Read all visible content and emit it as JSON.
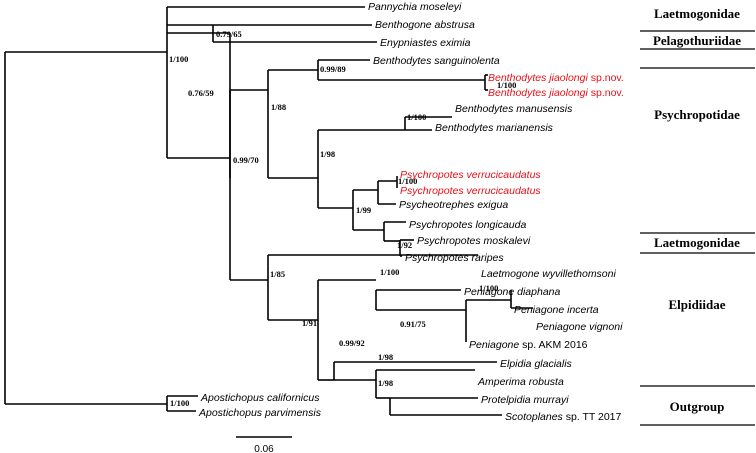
{
  "taxa": [
    {
      "genus": "Pannychia moseleyi",
      "suffix": "",
      "highlight": false
    },
    {
      "genus": "Benthogone abstrusa",
      "suffix": "",
      "highlight": false
    },
    {
      "genus": "Enypniastes eximia",
      "suffix": "",
      "highlight": false
    },
    {
      "genus": "Benthodytes sanguinolenta",
      "suffix": "",
      "highlight": false
    },
    {
      "genus": "Benthodytes jiaolongi",
      "suffix": " sp.nov.",
      "highlight": true
    },
    {
      "genus": "Benthodytes jiaolongi",
      "suffix": " sp.nov.",
      "highlight": true
    },
    {
      "genus": "Benthodytes manusensis",
      "suffix": "",
      "highlight": false
    },
    {
      "genus": "Benthodytes marianensis",
      "suffix": "",
      "highlight": false
    },
    {
      "genus": "Psychropotes verrucicaudatus",
      "suffix": "",
      "highlight": true
    },
    {
      "genus": "Psychropotes verrucicaudatus",
      "suffix": "",
      "highlight": true
    },
    {
      "genus": "Psycheotrephes exigua",
      "suffix": "",
      "highlight": false
    },
    {
      "genus": "Psychropotes longicauda",
      "suffix": "",
      "highlight": false
    },
    {
      "genus": "Psychropotes moskalevi",
      "suffix": "",
      "highlight": false
    },
    {
      "genus": "Psychropotes raripes",
      "suffix": "",
      "highlight": false
    },
    {
      "genus": "Laetmogone wyvillethomsoni",
      "suffix": "",
      "highlight": false
    },
    {
      "genus": "Peniagone diaphana",
      "suffix": "",
      "highlight": false
    },
    {
      "genus": "Peniagone incerta",
      "suffix": "",
      "highlight": false
    },
    {
      "genus": "Peniagone vignoni",
      "suffix": "",
      "highlight": false
    },
    {
      "genus": "Peniagone",
      "suffix": " sp. AKM 2016",
      "highlight": false
    },
    {
      "genus": "Elpidia glacialis",
      "suffix": "",
      "highlight": false
    },
    {
      "genus": "Amperima robusta",
      "suffix": "",
      "highlight": false
    },
    {
      "genus": "Protelpidia murrayi",
      "suffix": "",
      "highlight": false
    },
    {
      "genus": "Scotoplanes",
      "suffix": " sp. TT 2017",
      "highlight": false
    },
    {
      "genus": "Apostichopus californicus",
      "suffix": "",
      "highlight": false
    },
    {
      "genus": "Apostichopus parvimensis",
      "suffix": "",
      "highlight": false
    }
  ],
  "support": [
    "1/100",
    "0.79/65",
    "0.76/59",
    "0.99/89",
    "1/100",
    "0.99/70",
    "1/88",
    "1/100",
    "1/98",
    "1/100",
    "1/99",
    "1/92",
    "1/85",
    "1/100",
    "1/100",
    "0.91/75",
    "1/91",
    "0.99/92",
    "1/98",
    "1/98",
    "1/100"
  ],
  "families": [
    "Laetmogonidae",
    "Pelagothuriidae",
    "Psychropotidae",
    "Laetmogonidae",
    "Elpidiidae",
    "Outgroup"
  ],
  "scale_label": "0.06",
  "colors": {
    "highlight": "#e8101a",
    "line": "#000000"
  }
}
